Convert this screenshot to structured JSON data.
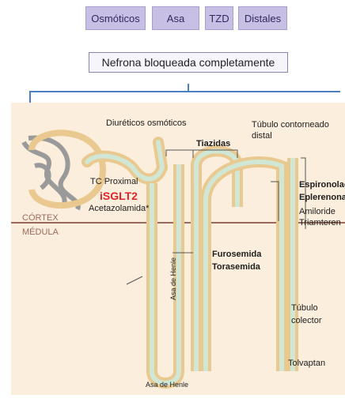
{
  "tabs": [
    {
      "label": "Osmóticos"
    },
    {
      "label": "Asa"
    },
    {
      "label": "TZD"
    },
    {
      "label": "Distales"
    }
  ],
  "banner": {
    "text": "Nefrona bloqueada completamente"
  },
  "diagram": {
    "labels": {
      "diureticos_osmoticos": "Diuréticos osmóticos",
      "tubulo_contorneado": "Túbulo contorneado",
      "distal": "distal",
      "tiazidas": "Tiazidas",
      "tc_proximal": "TC Proximal",
      "isglt2": "iSGLT2",
      "acetazolamida": "Acetazolamida*",
      "cortex": "CÓRTEX",
      "medula": "MÉDULA",
      "furosemida": "Furosemida",
      "torasemida": "Torasemida",
      "asa_de_henle_vertical": "Asa de Henle",
      "asa_de_henle_bottom": "Asa de Henle",
      "espironolactona": "Espironolac",
      "eplerenona": "Eplerenona",
      "amiloride": "Amiloride",
      "triamtereno": "Triamteren",
      "tubulo": "Túbulo",
      "colector": "colector",
      "tolvaptan": "Tolvaptan"
    },
    "colors": {
      "tab_fill": "#c7c0e4",
      "panel": "#fbeedc",
      "tubule_wall": "#e9c98f",
      "tubule_lumen": "#cfe7d4",
      "glomerulus": "#9a9a9a",
      "boundary": "#9a6b5a",
      "isglt2": "#e0242a"
    }
  }
}
